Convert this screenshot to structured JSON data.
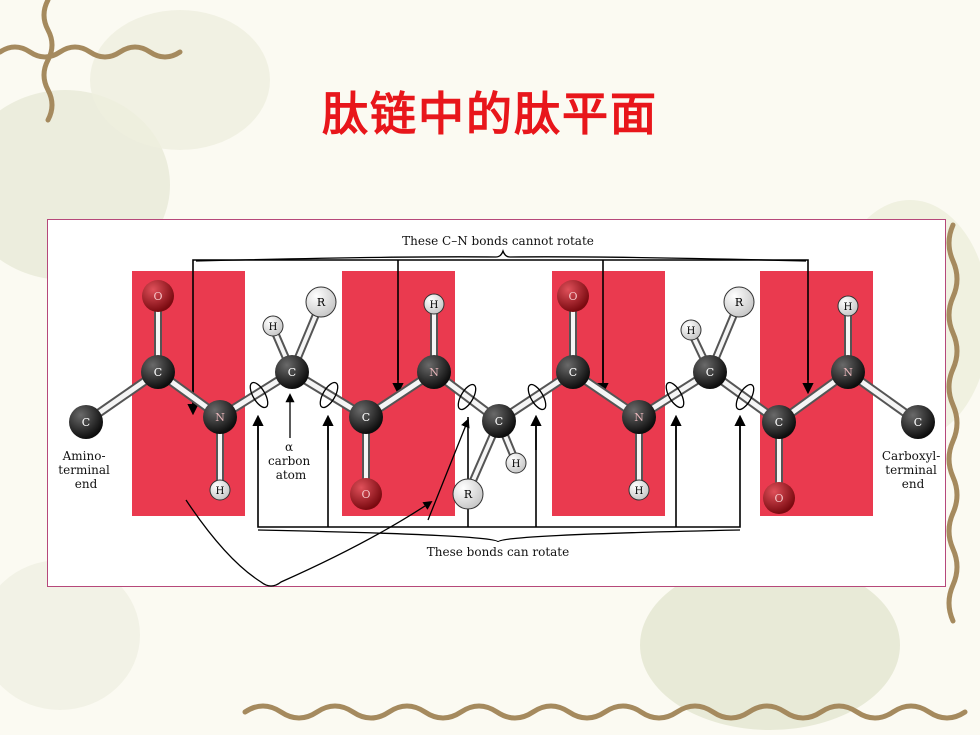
{
  "slide": {
    "title": "肽链中的肽平面"
  },
  "figure": {
    "top_caption": "These C–N bonds cannot rotate",
    "bottom_caption": "These bonds can rotate",
    "left_label": [
      "Amino-",
      "terminal",
      "end"
    ],
    "right_label": [
      "Carboxyl-",
      "terminal",
      "end"
    ],
    "alpha_label": [
      "α",
      "carbon",
      "atom"
    ],
    "atom_letters": {
      "carbon": "C",
      "nitrogen": "N",
      "oxygen": "O",
      "hydrogen": "H",
      "r_group": "R"
    }
  },
  "colors": {
    "title": "#e8161b",
    "peptide_plane": "#ea3a4f",
    "oxygen": "#c8141e",
    "frame_border": "#b6487a"
  }
}
